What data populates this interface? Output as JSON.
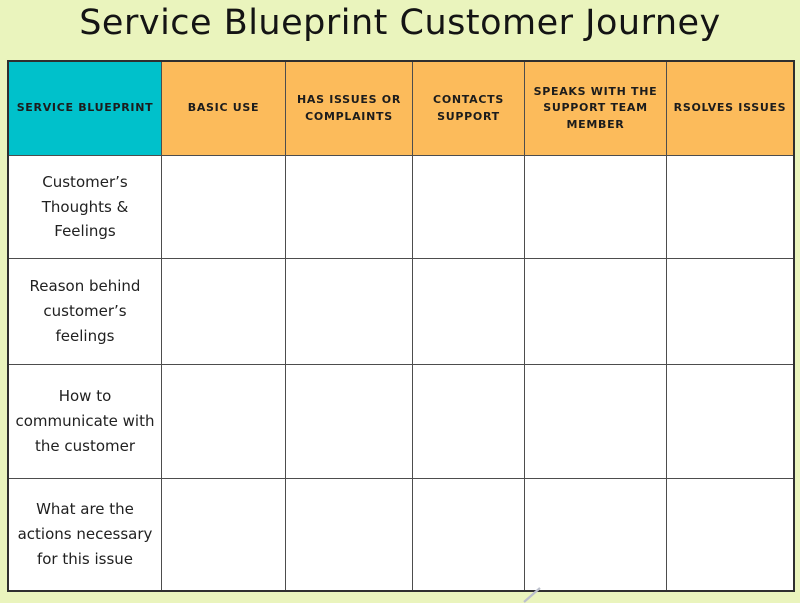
{
  "title": "Service Blueprint Customer Journey",
  "colors": {
    "background": "#EAF4BD",
    "header_primary": "#00C1CB",
    "header_secondary": "#FCBB5B",
    "cell_background": "#FFFFFF",
    "grid_line": "#4D4D4D",
    "text": "#1C1C1C"
  },
  "table": {
    "columns": [
      {
        "label": "SERVICE BLUEPRINT"
      },
      {
        "label": "BASIC USE"
      },
      {
        "label": "HAS ISSUES OR COMPLAINTS"
      },
      {
        "label": "CONTACTS SUPPORT"
      },
      {
        "label": "SPEAKS WITH THE SUPPORT TEAM MEMBER"
      },
      {
        "label": "RSOLVES ISSUES"
      }
    ],
    "rows": [
      {
        "label": "Customer’s Thoughts & Feelings",
        "cells": [
          "",
          "",
          "",
          "",
          ""
        ]
      },
      {
        "label": "Reason behind customer’s feelings",
        "cells": [
          "",
          "",
          "",
          "",
          ""
        ]
      },
      {
        "label": "How to communicate with the customer",
        "cells": [
          "",
          "",
          "",
          "",
          ""
        ]
      },
      {
        "label": "What are the actions necessary for this issue",
        "cells": [
          "",
          "",
          "",
          "",
          ""
        ]
      }
    ]
  }
}
